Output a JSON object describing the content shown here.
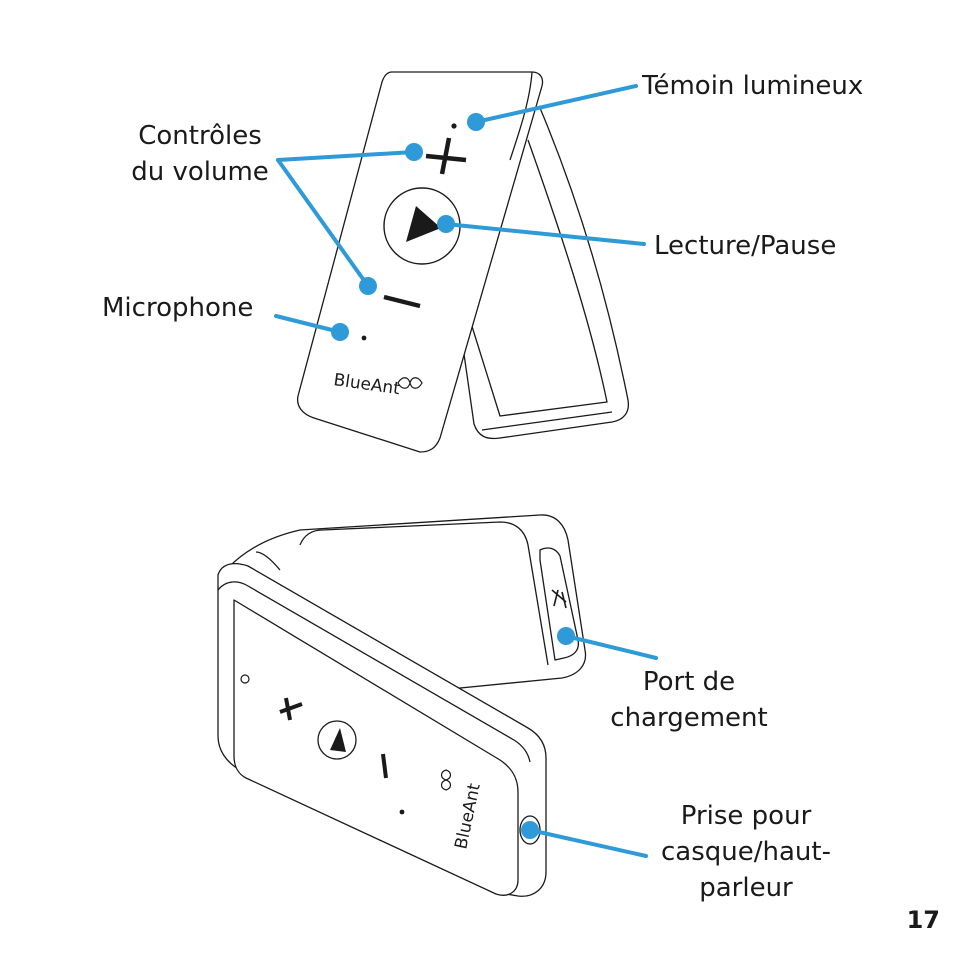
{
  "labels": {
    "indicator_light": "Témoin lumineux",
    "volume_controls_line1": "Contrôles",
    "volume_controls_line2": "du volume",
    "play_pause": "Lecture/Pause",
    "microphone": "Microphone",
    "charging_port_line1": "Port de",
    "charging_port_line2": "chargement",
    "headphone_jack_line1": "Prise pour",
    "headphone_jack_line2": "casque/haut-",
    "headphone_jack_line3": "parleur"
  },
  "brand": {
    "logo_text": "BlueAnt"
  },
  "page_number": "17",
  "colors": {
    "callout": "#2f9ad8",
    "outline": "#1a1a1a"
  }
}
